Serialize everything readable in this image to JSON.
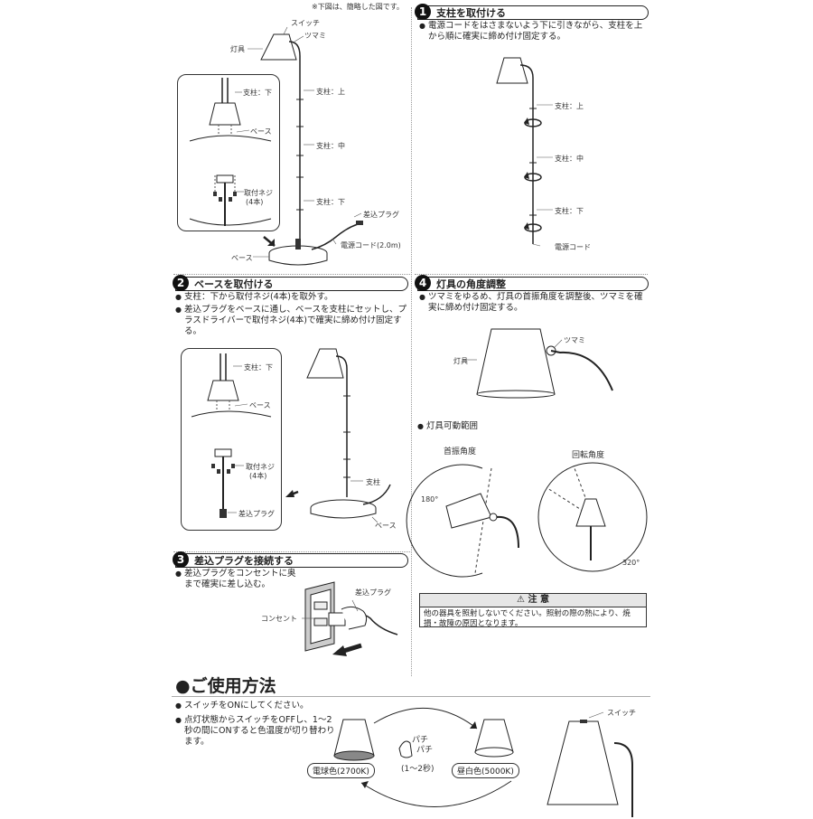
{
  "note_top": "※下図は、簡略した図です。",
  "overview": {
    "switch": "スイッチ",
    "knob": "ツマミ",
    "fixture": "灯具",
    "pole_top": "支柱：上",
    "pole_mid": "支柱：中",
    "pole_bottom": "支柱：下",
    "plug": "差込プラグ",
    "cord": "電源コード(2.0m)",
    "base": "ベース",
    "inset_pole_bottom": "支柱：下",
    "inset_base": "ベース",
    "inset_screw": "取付ネジ",
    "inset_screw_count": "(4本)"
  },
  "step1": {
    "num": "1",
    "title": "支柱を取付ける",
    "text": "電源コードをはさまないよう下に引きながら、支柱を上から順に確実に締め付け固定する。",
    "pole_top": "支柱：上",
    "pole_mid": "支柱：中",
    "pole_bottom": "支柱：下",
    "cord": "電源コード"
  },
  "step2": {
    "num": "2",
    "title": "ベースを取付ける",
    "text1": "支柱：下から取付ネジ(4本)を取外す。",
    "text2": "差込プラグをベースに通し、ベースを支柱にセットし、プラスドライバーで取付ネジ(4本)で確実に締め付け固定する。",
    "inset_pole_bottom": "支柱：下",
    "inset_base": "ベース",
    "inset_screw": "取付ネジ",
    "inset_screw_count": "(4本)",
    "inset_plug": "差込プラグ",
    "pole": "支柱",
    "base": "ベース"
  },
  "step3": {
    "num": "3",
    "title": "差込プラグを接続する",
    "text": "差込プラグをコンセントに奥まで確実に差し込む。",
    "plug": "差込プラグ",
    "outlet": "コンセント"
  },
  "step4": {
    "num": "4",
    "title": "灯具の角度調整",
    "text": "ツマミをゆるめ、灯具の首振角度を調整後、ツマミを確実に締め付け固定する。",
    "knob": "ツマミ",
    "fixture": "灯具",
    "range_title": "灯具可動範囲",
    "swing": "首振角度",
    "rotate": "回転角度",
    "swing_deg": "180°",
    "rotate_deg": "320°"
  },
  "caution": {
    "head": "注 意",
    "text": "他の器具を照射しないでください。照射の際の熱により、焼損・故障の原因となります。"
  },
  "usage": {
    "title": "●ご使用方法",
    "text1": "スイッチをONにしてください。",
    "text2": "点灯状態からスイッチをOFFし、1～2秒の間にONすると色温度が切り替わります。",
    "warm": "電球色(2700K)",
    "day": "昼白色(5000K)",
    "click1": "パチ",
    "click2": "パチ",
    "interval": "(1～2秒)",
    "switch": "スイッチ"
  }
}
